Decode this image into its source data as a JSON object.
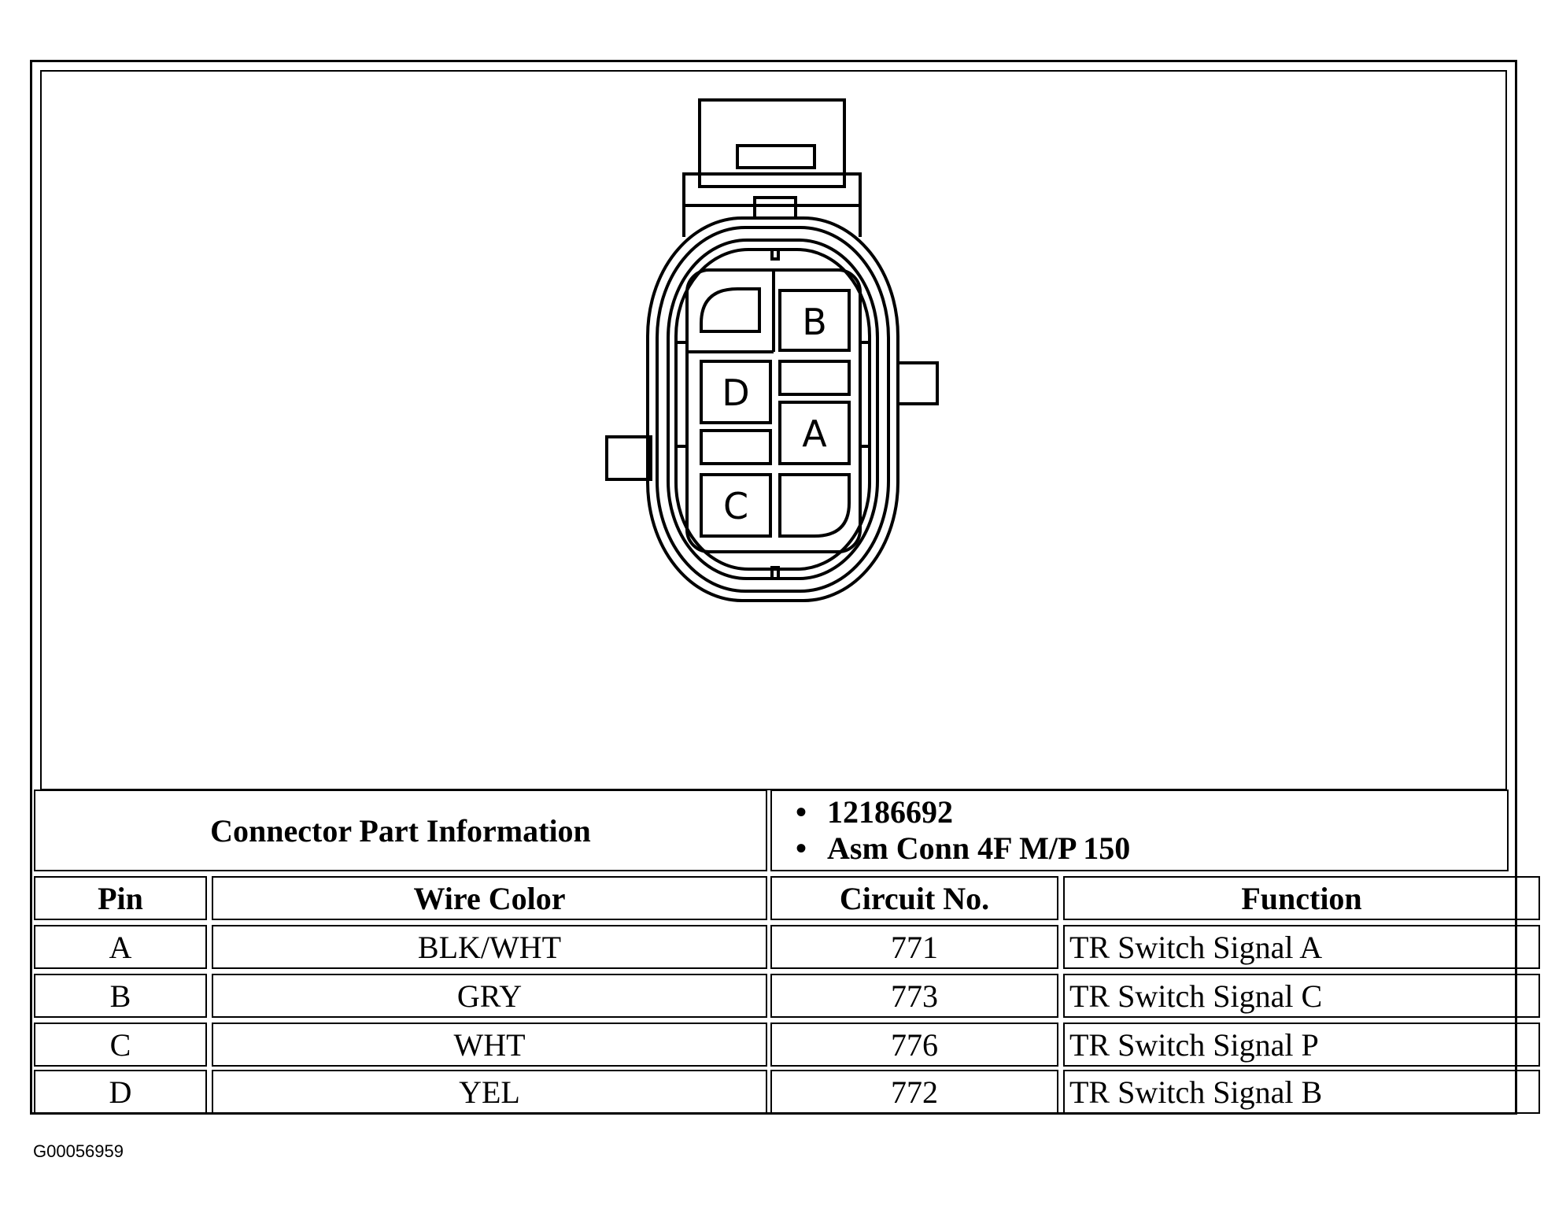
{
  "connector": {
    "cavities": [
      "B",
      "D",
      "A",
      "C"
    ]
  },
  "part_info": {
    "title": "Connector Part Information",
    "items": [
      "12186692",
      "Asm Conn 4F M/P 150"
    ]
  },
  "table": {
    "headers": [
      "Pin",
      "Wire Color",
      "Circuit No.",
      "Function"
    ],
    "rows": [
      {
        "pin": "A",
        "wire_color": "BLK/WHT",
        "circuit": "771",
        "function": "TR Switch Signal A"
      },
      {
        "pin": "B",
        "wire_color": "GRY",
        "circuit": "773",
        "function": "TR Switch Signal C"
      },
      {
        "pin": "C",
        "wire_color": "WHT",
        "circuit": "776",
        "function": "TR Switch Signal P"
      },
      {
        "pin": "D",
        "wire_color": "YEL",
        "circuit": "772",
        "function": "TR Switch Signal B"
      }
    ]
  },
  "figure_id": "G00056959"
}
